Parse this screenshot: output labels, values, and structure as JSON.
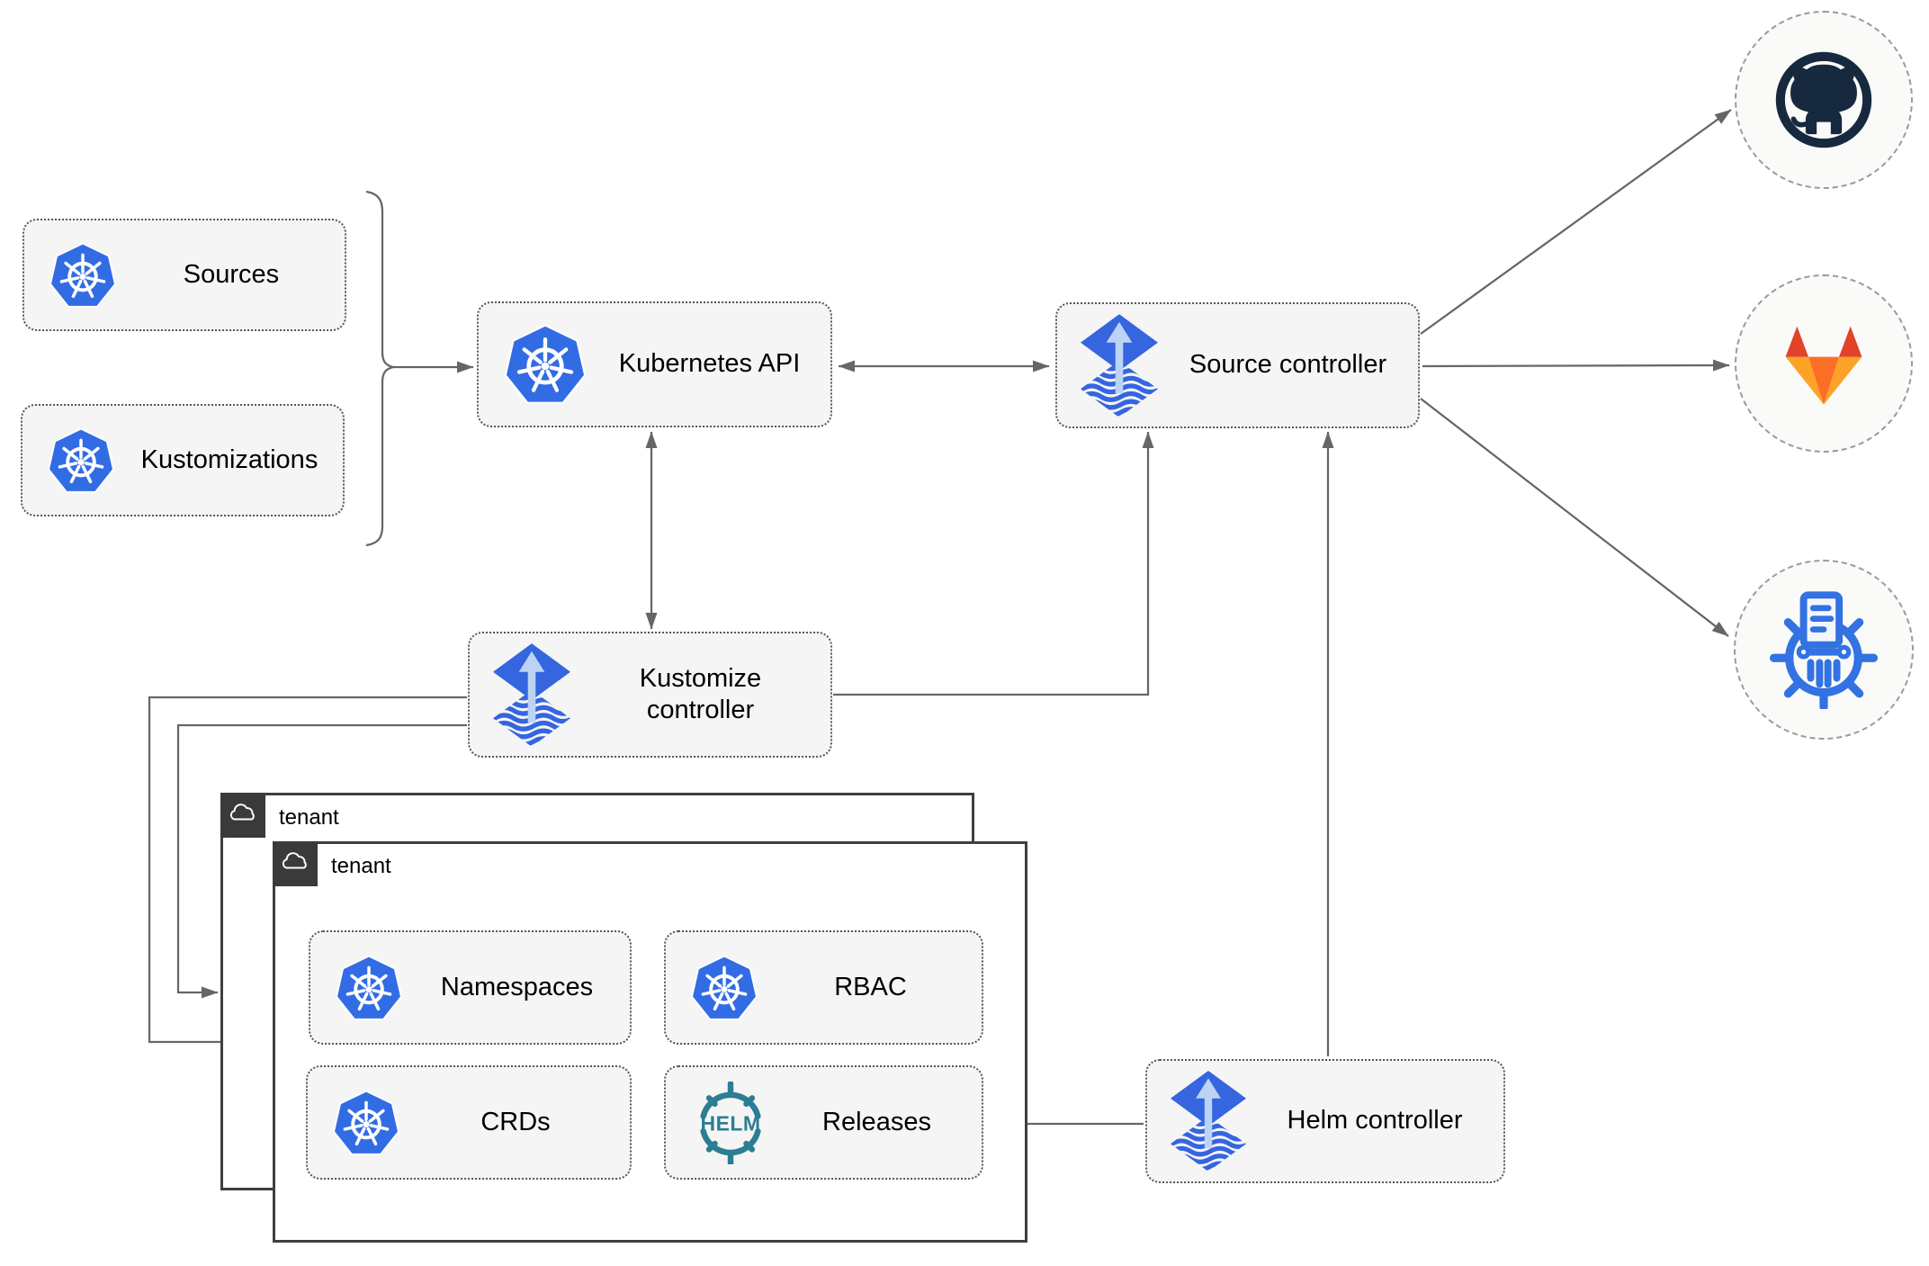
{
  "page": {
    "title": "Flux GitOps multi-tenancy architecture diagram",
    "background": "#ffffff"
  },
  "nodes": {
    "sources": {
      "label": "Sources",
      "icon": "kubernetes-icon"
    },
    "kustomizations": {
      "label": "Kustomizations",
      "icon": "kubernetes-icon"
    },
    "kubernetes_api": {
      "label": "Kubernetes API",
      "icon": "kubernetes-icon"
    },
    "source_controller": {
      "label": "Source controller",
      "icon": "flux-icon"
    },
    "kustomize_controller": {
      "label": "Kustomize controller",
      "icon": "flux-icon"
    },
    "helm_controller": {
      "label": "Helm controller",
      "icon": "flux-icon"
    },
    "namespaces": {
      "label": "Namespaces",
      "icon": "kubernetes-icon"
    },
    "rbac": {
      "label": "RBAC",
      "icon": "kubernetes-icon"
    },
    "crds": {
      "label": "CRDs",
      "icon": "kubernetes-icon"
    },
    "releases": {
      "label": "Releases",
      "icon": "helm-icon"
    }
  },
  "groups": {
    "tenant_back": {
      "label": "tenant",
      "icon": "cloud-icon"
    },
    "tenant_front": {
      "label": "tenant",
      "icon": "cloud-icon"
    }
  },
  "externals": {
    "github": {
      "icon": "github-icon"
    },
    "gitlab": {
      "icon": "gitlab-icon"
    },
    "chartmuseum": {
      "icon": "chartmuseum-icon"
    }
  },
  "icons": {
    "helm_text": "HELM"
  },
  "edges": [
    {
      "from": "sources / kustomizations (brace)",
      "to": "kubernetes_api",
      "type": "arrow"
    },
    {
      "from": "kubernetes_api",
      "to": "source_controller",
      "type": "double-arrow"
    },
    {
      "from": "kubernetes_api",
      "to": "kustomize_controller",
      "type": "double-arrow"
    },
    {
      "from": "kustomize_controller",
      "to": "source_controller",
      "type": "arrow"
    },
    {
      "from": "kustomize_controller",
      "to": "tenant_front",
      "type": "arrow"
    },
    {
      "from": "kustomize_controller",
      "to": "tenant_back",
      "type": "arrow"
    },
    {
      "from": "helm_controller",
      "to": "source_controller",
      "type": "arrow"
    },
    {
      "from": "helm_controller",
      "to": "releases",
      "type": "arrow"
    },
    {
      "from": "source_controller",
      "to": "github",
      "type": "arrow"
    },
    {
      "from": "source_controller",
      "to": "gitlab",
      "type": "arrow"
    },
    {
      "from": "source_controller",
      "to": "chartmuseum",
      "type": "arrow"
    }
  ],
  "colors": {
    "kubernetes_blue": "#326CE5",
    "flux_blue": "#3565DF",
    "flux_arrow_light": "#BCD3F5",
    "helm_teal": "#2B7E93",
    "chartmuseum_blue": "#3272E2",
    "github_dark": "#17293E",
    "gitlab_red": "#E24329",
    "gitlab_orange": "#FC6D26",
    "gitlab_amber": "#FCA326",
    "connector_gray": "#666666",
    "node_fill": "#F5F5F5",
    "node_border": "#575757",
    "circle_fill": "#FAFAF8",
    "circle_border": "#9B9B9B",
    "tenant_border": "#3F3F3F",
    "tenant_tab": "#3A3A3A"
  }
}
